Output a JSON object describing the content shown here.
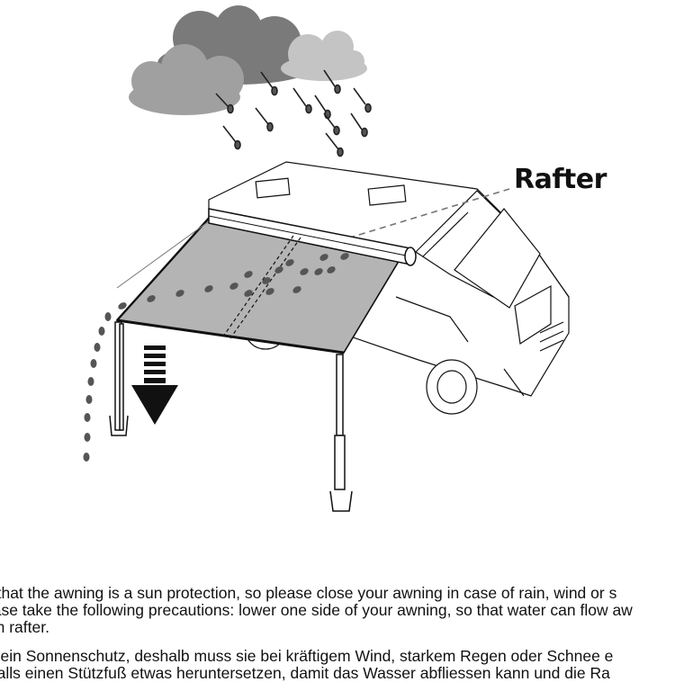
{
  "label": {
    "rafter": "Rafter"
  },
  "caption": {
    "english": [
      "u that the awning is a sun protection, so please close your awning in case of rain, wind or s",
      "ease take the following precautions: lower one side of your awning, so that water can flow aw",
      "ion rafter."
    ],
    "german": [
      "st ein Sonnenschutz, deshalb muss sie bei kräftigem Wind, starkem Regen oder Schnee e",
      "nfalls einen Stützfuß etwas heruntersetzen, damit das Wasser abfliessen kann und die Ra"
    ]
  },
  "icons": {
    "clouds": "rain-cloud-icon",
    "arrow": "down-arrow-icon"
  },
  "colors": {
    "canopy": "#b4b4b4",
    "cloud_dark": "#7a7a7a",
    "cloud_mid": "#a0a0a0",
    "cloud_light": "#c4c4c4",
    "drop": "#555555",
    "line": "#111111"
  }
}
